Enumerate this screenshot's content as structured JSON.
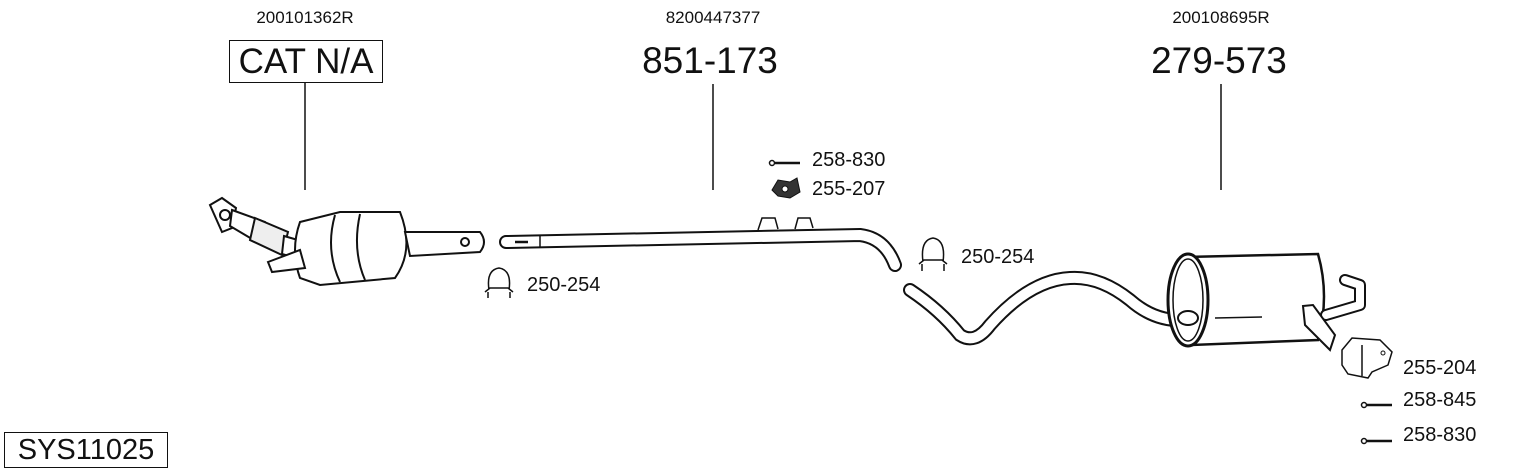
{
  "system_id": "SYS11025",
  "components": [
    {
      "oem_number": "200101362R",
      "part_number": "CAT N/A",
      "name": "catalytic-converter"
    },
    {
      "oem_number": "8200447377",
      "part_number": "851-173",
      "name": "middle-pipe"
    },
    {
      "oem_number": "200108695R",
      "part_number": "279-573",
      "name": "rear-silencer"
    }
  ],
  "accessories": [
    {
      "part_number": "258-830",
      "icon": "bolt-icon"
    },
    {
      "part_number": "255-207",
      "icon": "rubber-mount-icon"
    },
    {
      "part_number": "250-254",
      "icon": "clamp-icon"
    },
    {
      "part_number": "250-254",
      "icon": "clamp-icon"
    },
    {
      "part_number": "255-204",
      "icon": "bracket-icon"
    },
    {
      "part_number": "258-845",
      "icon": "bolt-icon"
    },
    {
      "part_number": "258-830",
      "icon": "bolt-icon"
    }
  ]
}
